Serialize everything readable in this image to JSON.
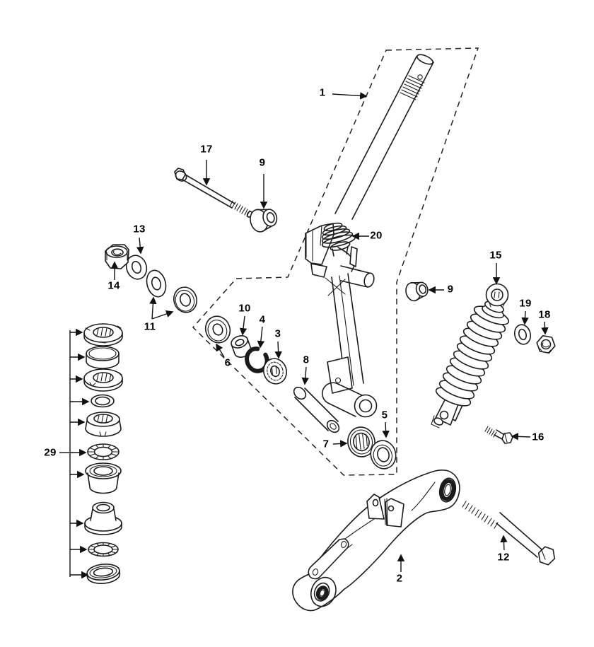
{
  "diagram": {
    "kind": "exploded-parts-diagram",
    "background": "#ffffff",
    "line_color": "#1b1b1b",
    "labels": [
      {
        "text": "1",
        "part": "front-fork-steering-column"
      },
      {
        "text": "17",
        "part": "pivot-bolt"
      },
      {
        "text": "9",
        "part": "rubber-bushing-upper"
      },
      {
        "text": "13",
        "part": "flat-washer"
      },
      {
        "text": "14",
        "part": "lock-nut"
      },
      {
        "text": "11",
        "part": "washer-pair"
      },
      {
        "text": "20",
        "part": "adjuster-rings"
      },
      {
        "text": "10",
        "part": "spacer-bushing"
      },
      {
        "text": "4",
        "part": "snap-ring"
      },
      {
        "text": "3",
        "part": "ball-bearing"
      },
      {
        "text": "8",
        "part": "pivot-sleeve"
      },
      {
        "text": "6",
        "part": "washer"
      },
      {
        "text": "7",
        "part": "needle-bearing"
      },
      {
        "text": "5",
        "part": "dust-seal-collar"
      },
      {
        "text": "15",
        "part": "shock-absorber"
      },
      {
        "text": "9",
        "part": "rubber-bushing-shock"
      },
      {
        "text": "19",
        "part": "flat-washer-shock"
      },
      {
        "text": "18",
        "part": "hex-nut"
      },
      {
        "text": "16",
        "part": "flange-bolt"
      },
      {
        "text": "29",
        "part": "steering-bearing-set"
      },
      {
        "text": "2",
        "part": "swingarm"
      },
      {
        "text": "12",
        "part": "swingarm-bolt"
      }
    ]
  }
}
